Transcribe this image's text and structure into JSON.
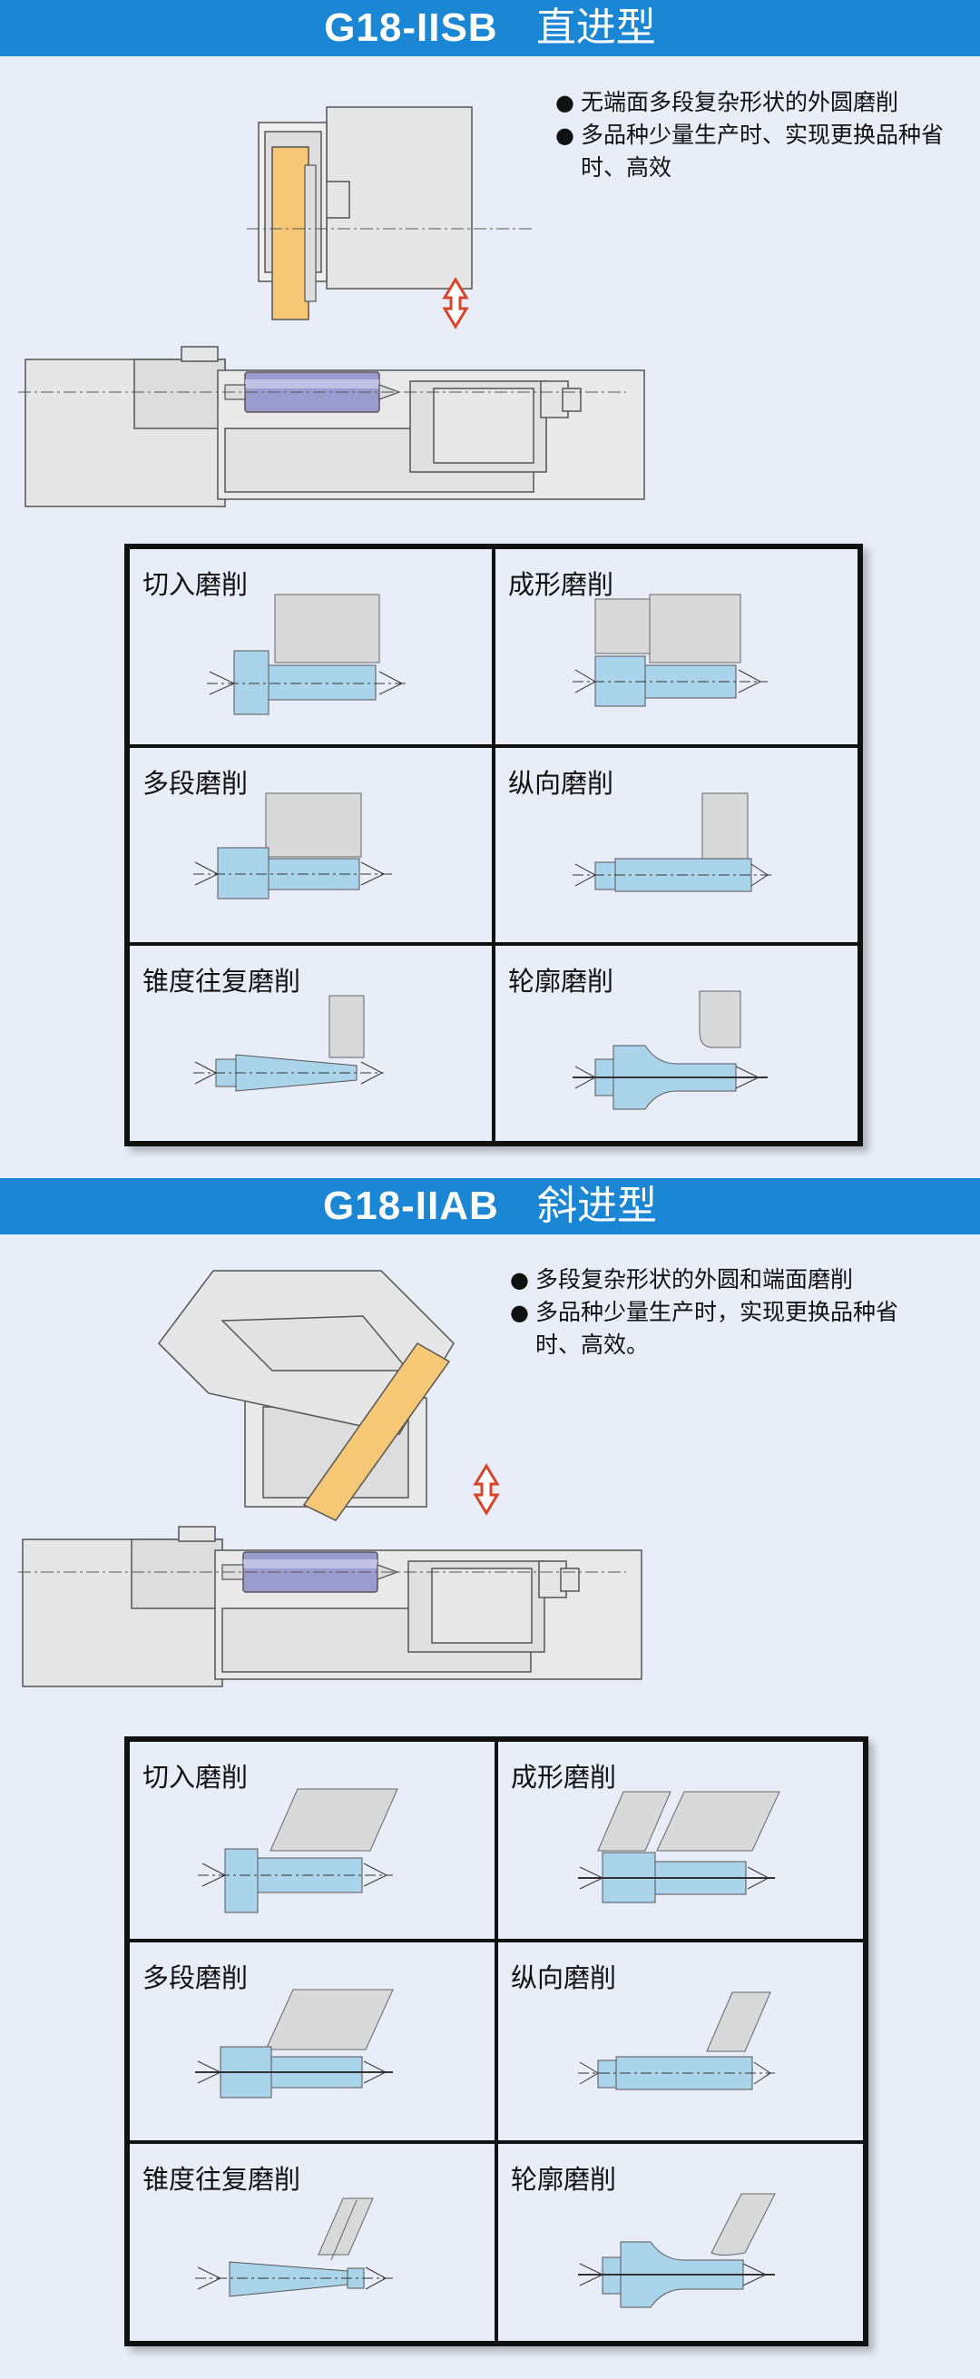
{
  "sections": [
    {
      "model": "G18-IISB",
      "variant": "直进型",
      "features": [
        {
          "bullet": "●",
          "text": "无端面多段复杂形状的外圆磨削"
        },
        {
          "bullet": "●",
          "text": "多品种少量生产时、实现更换品种省时、高效"
        }
      ],
      "modes": [
        "切入磨削",
        "成形磨削",
        "多段磨削",
        "纵向磨削",
        "锥度往复磨削",
        "轮廓磨削"
      ]
    },
    {
      "model": "G18-IIAB",
      "variant": "斜进型",
      "features": [
        {
          "bullet": "●",
          "text": "多段复杂形状的外圆和端面磨削"
        },
        {
          "bullet": "●",
          "text": "多品种少量生产时，实现更换品种省时、高效。"
        }
      ],
      "modes": [
        "切入磨削",
        "成形磨削",
        "多段磨削",
        "纵向磨削",
        "锥度往复磨削",
        "轮廓磨削"
      ]
    }
  ],
  "colors": {
    "banner": "#1a86d4",
    "wheel": "#f6c774",
    "workpiece": "#a9d4ea",
    "spindle": "#9a9cd0",
    "arrow": "#d9432a"
  }
}
